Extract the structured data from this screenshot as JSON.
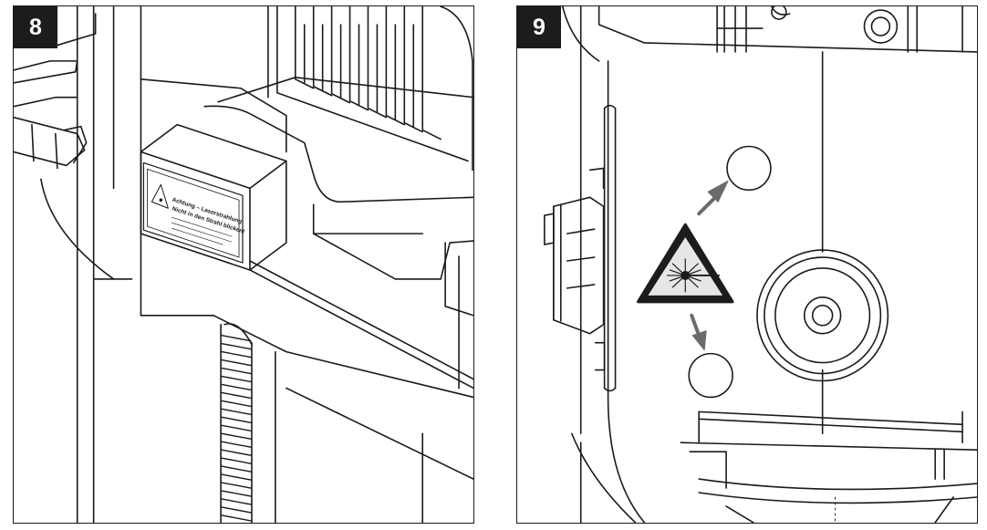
{
  "steps": [
    {
      "number": "8",
      "warning_label": {
        "line1": "Achtung – Laserstrahlung",
        "line2": "Nicht in den Strahl blicken!"
      }
    },
    {
      "number": "9"
    }
  ],
  "colors": {
    "line": "#1a1a1a",
    "badge": "#1c1c1c",
    "arrow": "#6b6b6b",
    "hazard_fill": "#e6e6e6"
  },
  "icons": {
    "laser_warning": "laser-hazard-triangle-icon",
    "arrow": "arrow-icon"
  }
}
